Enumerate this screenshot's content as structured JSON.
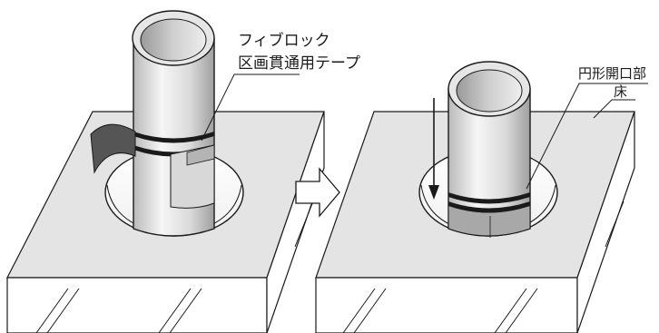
{
  "labels": {
    "tape_line1": "フィブロック",
    "tape_line2": "区画貫通用テープ",
    "opening": "円形開口部",
    "floor": "床"
  },
  "colors": {
    "slab_top": "#e4e4e4",
    "slab_side": "#ffffff",
    "pipe_light": "#f4f4f4",
    "pipe_mid": "#d2d2d2",
    "pipe_dark": "#a8a8a8",
    "tape_dark": "#555555",
    "stroke": "#1a1a1a"
  },
  "icons": [
    "right-arrow-icon",
    "down-arrow-icon"
  ]
}
